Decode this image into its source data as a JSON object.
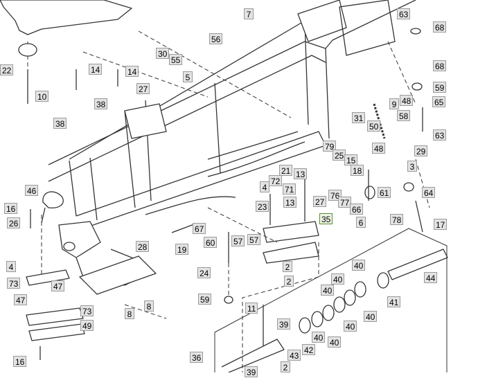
{
  "callouts": [
    "7",
    "63",
    "68",
    "56",
    "30",
    "55",
    "14",
    "14",
    "22",
    "10",
    "38",
    "38",
    "27",
    "5",
    "68",
    "59",
    "9",
    "48",
    "65",
    "31",
    "50",
    "58",
    "63",
    "79",
    "25",
    "15",
    "48",
    "29",
    "18",
    "21",
    "72",
    "4",
    "71",
    "13",
    "23",
    "13",
    "3",
    "76",
    "77",
    "66",
    "61",
    "64",
    "27",
    "6",
    "78",
    "46",
    "16",
    "26",
    "35",
    "17",
    "67",
    "19",
    "60",
    "57",
    "57",
    "2",
    "28",
    "24",
    "2",
    "4",
    "73",
    "47",
    "47",
    "40",
    "40",
    "40",
    "40",
    "40",
    "44",
    "59",
    "8",
    "8",
    "73",
    "49",
    "11",
    "39",
    "41",
    "42",
    "40",
    "40",
    "16",
    "36",
    "43",
    "39",
    "2"
  ],
  "colors": {
    "line": "#333333",
    "label_bg": "#e3e3e3",
    "label_border": "#9a9a9a",
    "highlight_border": "#5a8a2e"
  }
}
